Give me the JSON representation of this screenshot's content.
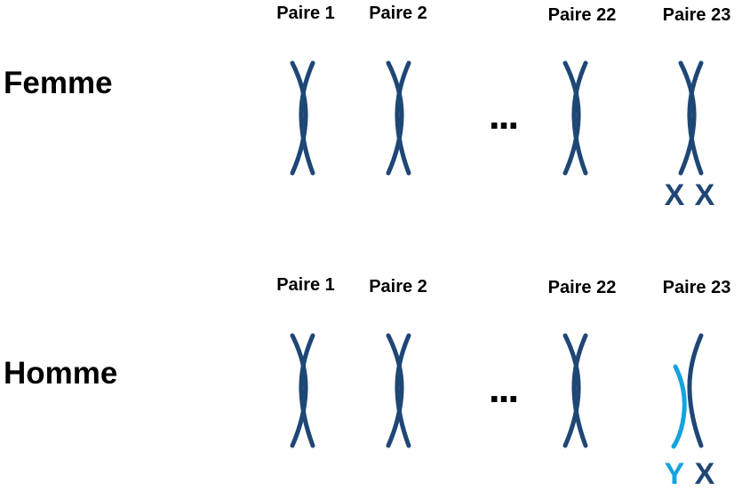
{
  "rows": [
    {
      "label": "Femme",
      "pairs": [
        {
          "label": "Paire 1"
        },
        {
          "label": "Paire 2"
        },
        {
          "label": "Paire 22"
        },
        {
          "label": "Paire 23",
          "letters": [
            "X",
            "X"
          ],
          "letter_colors": [
            "#1f4775",
            "#1f4775"
          ]
        }
      ],
      "ellipsis": "..."
    },
    {
      "label": "Homme",
      "pairs": [
        {
          "label": "Paire 1"
        },
        {
          "label": "Paire 2"
        },
        {
          "label": "Paire 22"
        },
        {
          "label": "Paire 23",
          "letters": [
            "Y",
            "X"
          ],
          "letter_colors": [
            "#14a3e0",
            "#1f4775"
          ]
        }
      ],
      "ellipsis": "..."
    }
  ],
  "colors": {
    "x_chromosome": "#1f4775",
    "y_chromosome": "#14a3e0",
    "text": "#000000"
  }
}
